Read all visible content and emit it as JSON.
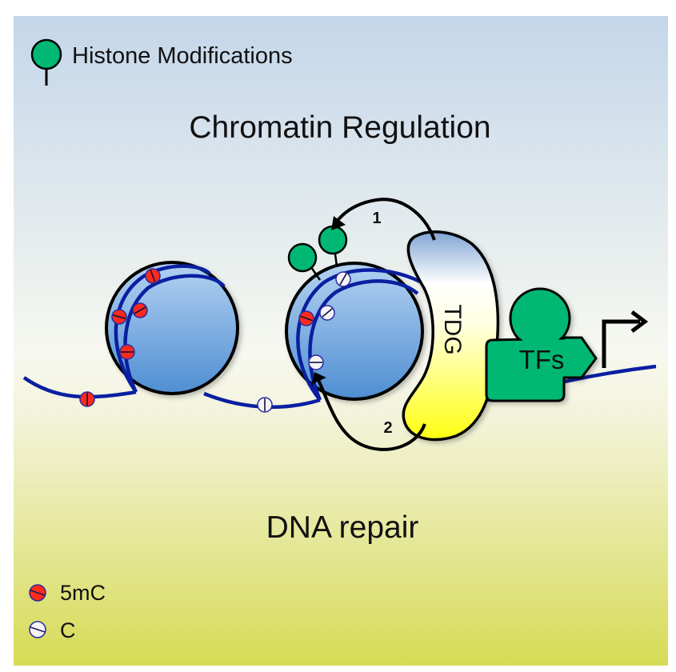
{
  "legend_top": {
    "histone_mod_label": "Histone Modifications"
  },
  "titles": {
    "top": "Chromatin Regulation",
    "bottom": "DNA repair"
  },
  "protein": {
    "tdg_label": "TDG",
    "tfs_label": "TFs"
  },
  "arrows": {
    "arrow1_label": "1",
    "arrow2_label": "2"
  },
  "legend_bottom": {
    "items": [
      {
        "label": "5mC",
        "color": "#ff2a1a"
      },
      {
        "label": "C",
        "color": "#f4f4f8"
      }
    ]
  },
  "colors": {
    "bg_top": "#c4d6ea",
    "bg_mid": "#f6f7ec",
    "bg_bottom": "#d7dc58",
    "nucleosome": "#8ab4e0",
    "dna": "#0a1fa0",
    "histone_mod": "#00b873",
    "tfs": "#00b873",
    "tdg_top": "#7fa5d4",
    "tdg_bottom": "#ffff1a"
  }
}
